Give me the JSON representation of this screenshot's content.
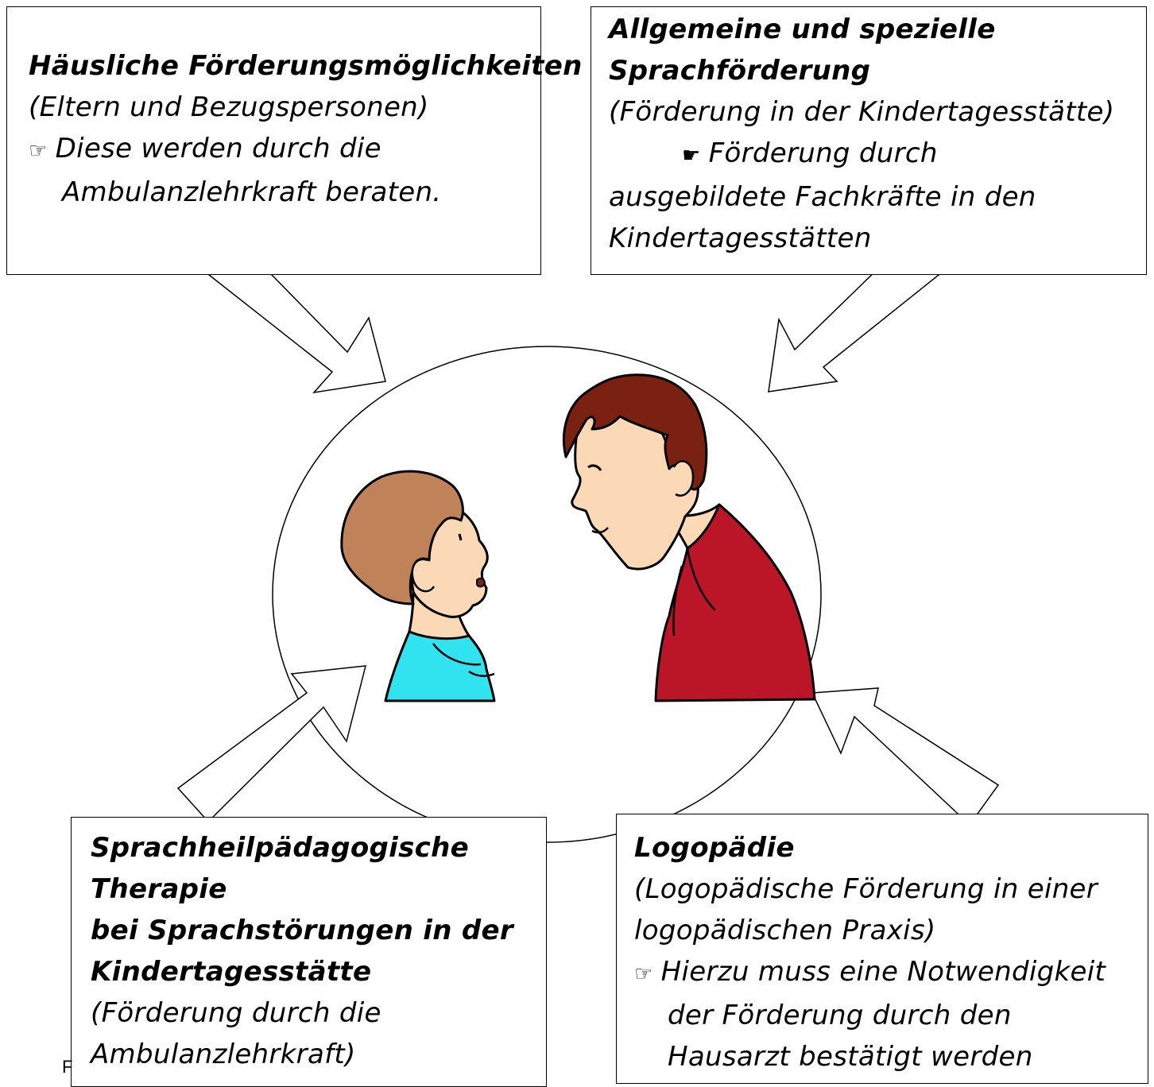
{
  "colors": {
    "boy_shirt": "#31e3ef",
    "boy_hair": "#c08259",
    "man_shirt": "#bb1628",
    "man_hair": "#7a2111",
    "skin": "#fbd9b6"
  },
  "icons": {
    "pointer": "pointing-hand-icon"
  },
  "boxes": {
    "top_left": {
      "title": "Häusliche Förderungsmöglichkeiten",
      "subtitle": "(Eltern und Bezugspersonen)",
      "note_line1": "Diese werden durch die",
      "note_line2": "Ambulanzlehrkraft beraten."
    },
    "top_right": {
      "title_line1": "Allgemeine und spezielle",
      "title_line2": "Sprachförderung",
      "subtitle": "(Förderung in der Kindertagesstätte)",
      "note_line1": "Förderung durch",
      "note_line2": "ausgebildete Fachkräfte in den",
      "note_line3": "Kindertagesstätten"
    },
    "bottom_left": {
      "title_line1": "Sprachheilpädagogische",
      "title_line2": "Therapie",
      "title_line3": "bei Sprachstörungen in der",
      "title_line4": "Kindertagesstätte",
      "sub_line1": "(Förderung durch die",
      "sub_line2": "Ambulanzlehrkraft)"
    },
    "bottom_right": {
      "title": "Logopädie",
      "sub_line1": "(Logopädische Förderung in einer",
      "sub_line2": "logopädischen Praxis)",
      "note_line1": "Hierzu muss eine Notwendigkeit",
      "note_line2": "der Förderung durch den",
      "note_line3": "Hausarzt bestätigt werden"
    }
  },
  "footer_fragment": "F"
}
